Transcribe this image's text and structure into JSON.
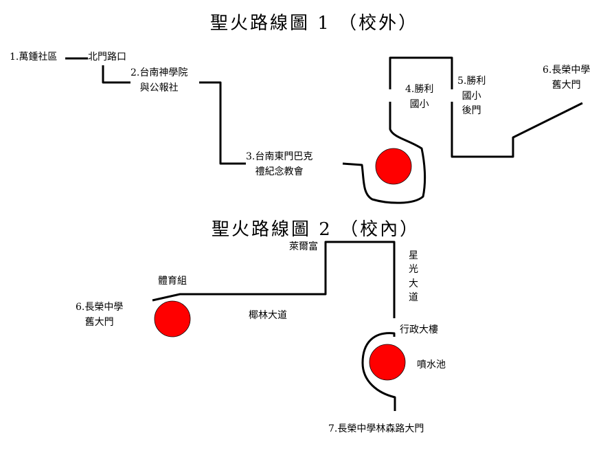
{
  "map1": {
    "title": "聖火路線圖 1 （校外）",
    "labels": {
      "wanjhong": "1.萬鍾社區",
      "beimen": "北門路口",
      "seminary_l1": "2.台南神學院",
      "seminary_l2": "與公報社",
      "church_l1": "3.台南東門巴克",
      "church_l2": "禮紀念教會",
      "shengli_l1": "4.勝利",
      "shengli_l2": "國小",
      "shengli_back_l1": "5.勝利",
      "shengli_back_l2": "國小",
      "shengli_back_l3": "後門",
      "old_gate_l1": "6.長榮中學",
      "old_gate_l2": "舊大門"
    }
  },
  "map2": {
    "title": "聖火路線圖 2 （校內）",
    "labels": {
      "leifu": "萊爾富",
      "pe_office": "體育組",
      "old_gate_l1": "6.長榮中學",
      "old_gate_l2": "舊大門",
      "palm_avenue": "椰林大道",
      "star_avenue": [
        "星",
        "光",
        "大",
        "道"
      ],
      "admin_building": "行政大樓",
      "fountain": "噴水池",
      "linsen_gate": "7.長榮中學林森路大門"
    }
  },
  "colors": {
    "route": "#000000",
    "marker": "#ff0000",
    "background": "#ffffff"
  }
}
